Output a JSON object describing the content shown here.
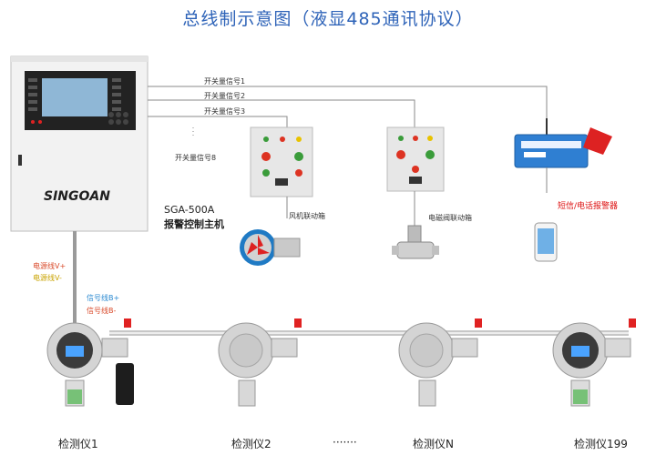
{
  "title": "总线制示意图（液显485通讯协议）",
  "controller": {
    "brand": "SINGOAN",
    "model": "SGA-500A",
    "name": "报警控制主机"
  },
  "switch_signals": [
    "开关量信号1",
    "开关量信号2",
    "开关量信号3",
    "开关量信号8"
  ],
  "fan_box_label": "风机联动箱",
  "valve_box_label": "电磁阀联动箱",
  "alarm_label": "短信/电话报警器",
  "power_lines": [
    "电源线V+",
    "电源线V-"
  ],
  "signal_lines": [
    "信号线B+",
    "信号线B-"
  ],
  "detectors": [
    "检测仪1",
    "检测仪2",
    "检测仪N",
    "检测仪199"
  ],
  "ellipsis": "·······",
  "colors": {
    "title": "#2e63b8",
    "wire": "#8a8a8a",
    "alarm": "#d11111",
    "bus": "#c8c8c8"
  }
}
